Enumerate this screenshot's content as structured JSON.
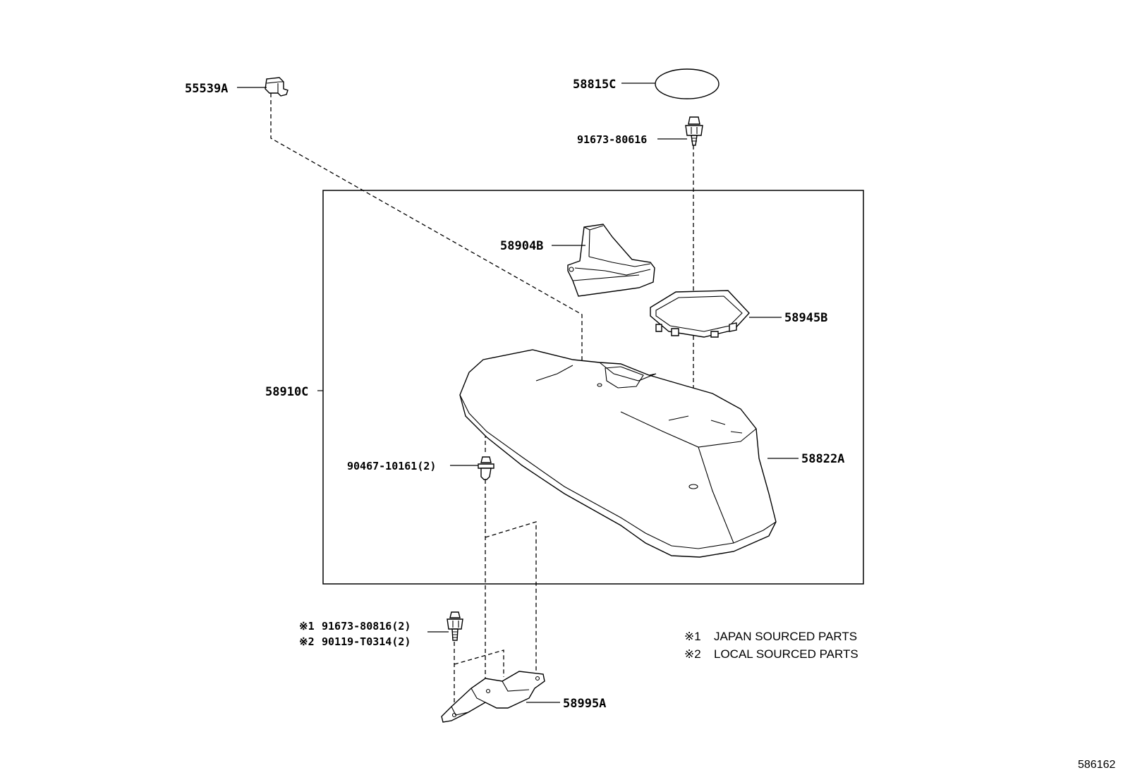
{
  "labels": {
    "p55539a": "55539A",
    "p58815c": "58815C",
    "p91673_80616": "91673-80616",
    "p58904b": "58904B",
    "p58945b": "58945B",
    "p58910c": "58910C",
    "p58822a": "58822A",
    "p90467_10161": "90467-10161(2)",
    "p91673_80816": "91673-80816(2)",
    "p90119_t0314": "90119-T0314(2)",
    "p58995a": "58995A"
  },
  "markers": {
    "m1": "※1",
    "m2": "※2"
  },
  "notes": {
    "n1_mark": "※1",
    "n1_text": "JAPAN SOURCED PARTS",
    "n2_mark": "※2",
    "n2_text": "LOCAL SOURCED PARTS"
  },
  "figure_number": "586162"
}
